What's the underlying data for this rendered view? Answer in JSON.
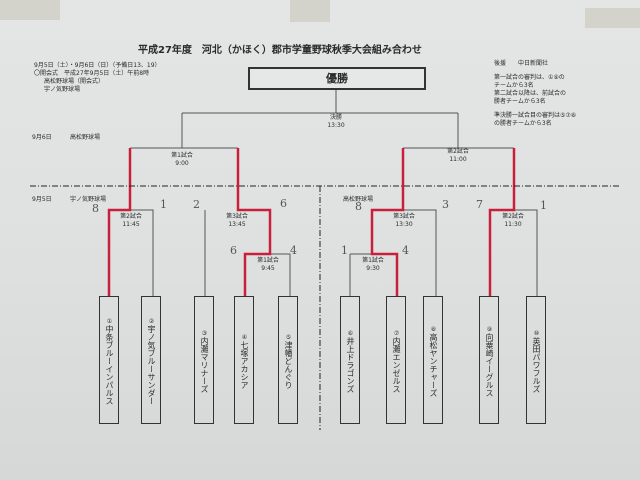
{
  "title": "平成27年度　河北（かほく）郡市学童野球秋季大会組み合わせ",
  "info": [
    "9月5日（土）・9月6日（日）（予備日13、19）",
    "〇開会式　平成27年9月5日（土）午前8時",
    "高松野球場（開会式）",
    "宇ノ気野球場"
  ],
  "notes": {
    "sponsor": "後援　　中日新聞社",
    "lines": [
      "第一試合の審判は、①⑨の",
      "チームから3名",
      "第二試合以降は、前試合の",
      "勝者チームから3名",
      "準決勝一試合目の審判は⑤⑦⑧",
      "の勝者チームから3名"
    ]
  },
  "champion": "優勝",
  "final": {
    "label": "決勝",
    "time": "13:30"
  },
  "day6": {
    "date": "9月6日",
    "venue": "高松野球場"
  },
  "day5_left": {
    "date": "9月5日",
    "venue": "宇ノ気野球場"
  },
  "day5_right": {
    "venue": "高松野球場"
  },
  "matches": {
    "semi1": {
      "label": "第1試合",
      "time": "9:00"
    },
    "semi2": {
      "label": "第2試合",
      "time": "11:00"
    },
    "l2": {
      "label": "第2試合",
      "time": "11:45"
    },
    "l3": {
      "label": "第3試合",
      "time": "13:45"
    },
    "l1": {
      "label": "第1試合",
      "time": "9:45"
    },
    "r3": {
      "label": "第3試合",
      "time": "13:30"
    },
    "r1": {
      "label": "第1試合",
      "time": "9:30"
    },
    "r2": {
      "label": "第2試合",
      "time": "11:30"
    }
  },
  "teams": [
    {
      "num": "①",
      "name": "中条ブルーインパルス"
    },
    {
      "num": "②",
      "name": "宇ノ気ブルーサンダー"
    },
    {
      "num": "③",
      "name": "内灘マリナーズ"
    },
    {
      "num": "④",
      "name": "七塚アカシア"
    },
    {
      "num": "⑤",
      "name": "津幡どんぐり"
    },
    {
      "num": "⑥",
      "name": "井上ドラゴンズ"
    },
    {
      "num": "⑦",
      "name": "内灘エンゼルス"
    },
    {
      "num": "⑧",
      "name": "高松ヤンチャーズ"
    },
    {
      "num": "⑨",
      "name": "向粟崎イーグルス"
    },
    {
      "num": "⑩",
      "name": "英田パワフルズ"
    }
  ],
  "scores": [
    "8",
    "1",
    "2",
    "6",
    "6",
    "4",
    "8",
    "3",
    "7",
    "1",
    "1",
    "4"
  ],
  "colors": {
    "winner_line": "#c8203a",
    "line": "#555555"
  }
}
